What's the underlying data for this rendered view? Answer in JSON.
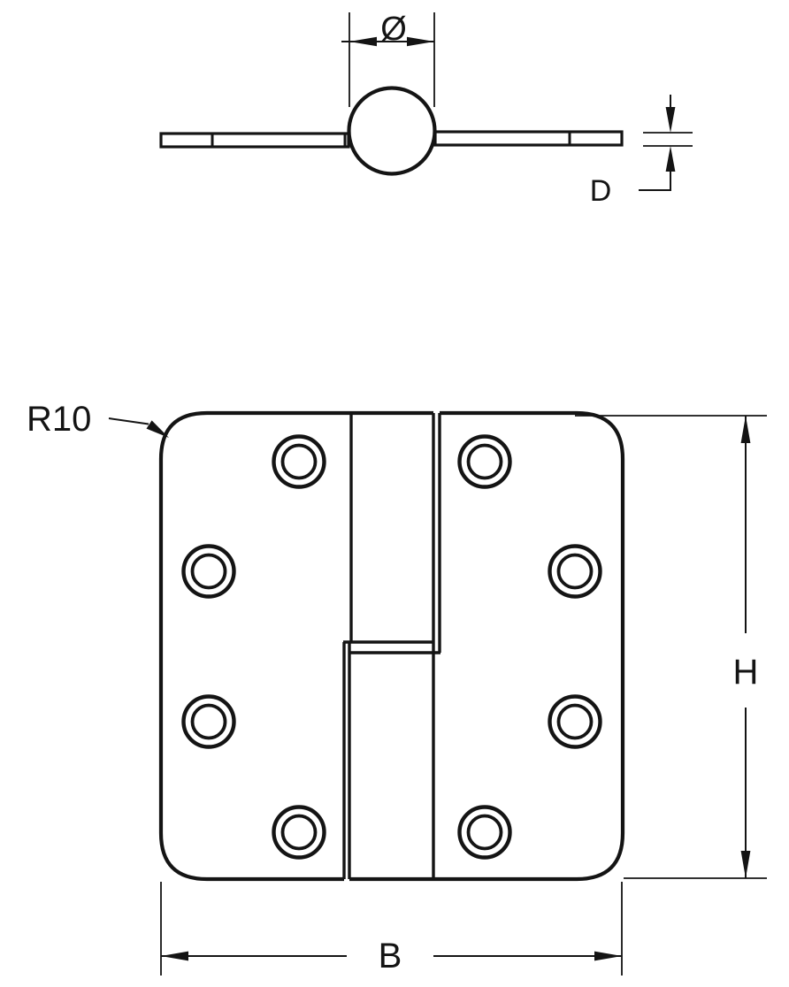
{
  "document": {
    "type": "technical-drawing",
    "subject": "Lift-off door hinge with rounded-corner leaves: barrel section view (top) and front elevation (bottom)",
    "background_color": "#ffffff",
    "line_color": "#141414"
  },
  "top_view": {
    "name": "hinge barrel section view",
    "dimensions": {
      "diameter_label": "Ø",
      "thickness_label": "D"
    }
  },
  "front_view": {
    "name": "hinge front elevation",
    "screw_hole_count": 8,
    "dimensions": {
      "corner_radius_label": "R10",
      "height_label": "H",
      "width_label": "B"
    }
  }
}
